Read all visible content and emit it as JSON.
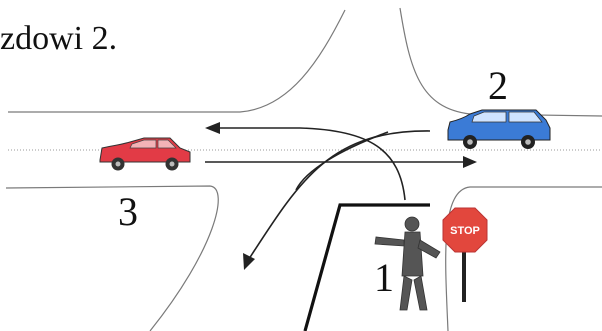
{
  "caption": "zdowi 2.",
  "labels": {
    "vehicle_2": "2",
    "vehicle_3": "3",
    "vehicle_1": "1"
  },
  "sign": {
    "text": "STOP",
    "color": "#e2473d"
  },
  "colors": {
    "blue_car": "#3b7bd6",
    "red_car": "#e23b46",
    "ink": "#222222"
  }
}
